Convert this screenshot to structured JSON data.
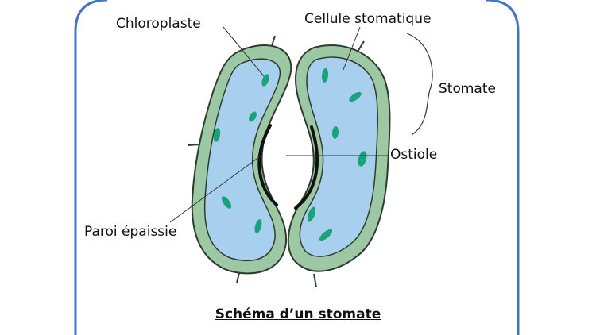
{
  "labels": {
    "chloroplast": "Chloroplaste",
    "guard_cell": "Cellule stomatique",
    "stomate": "Stomate",
    "ostiole": "Ostiole",
    "thick_wall": "Paroi épaissie"
  },
  "caption": "Schéma d’un stomate",
  "colors": {
    "frame": "#4472c4",
    "outer_wall": "#9cc9a3",
    "cytoplasm": "#a9cfee",
    "chloroplast": "#1aa37a",
    "thick_wall": "#111111"
  }
}
